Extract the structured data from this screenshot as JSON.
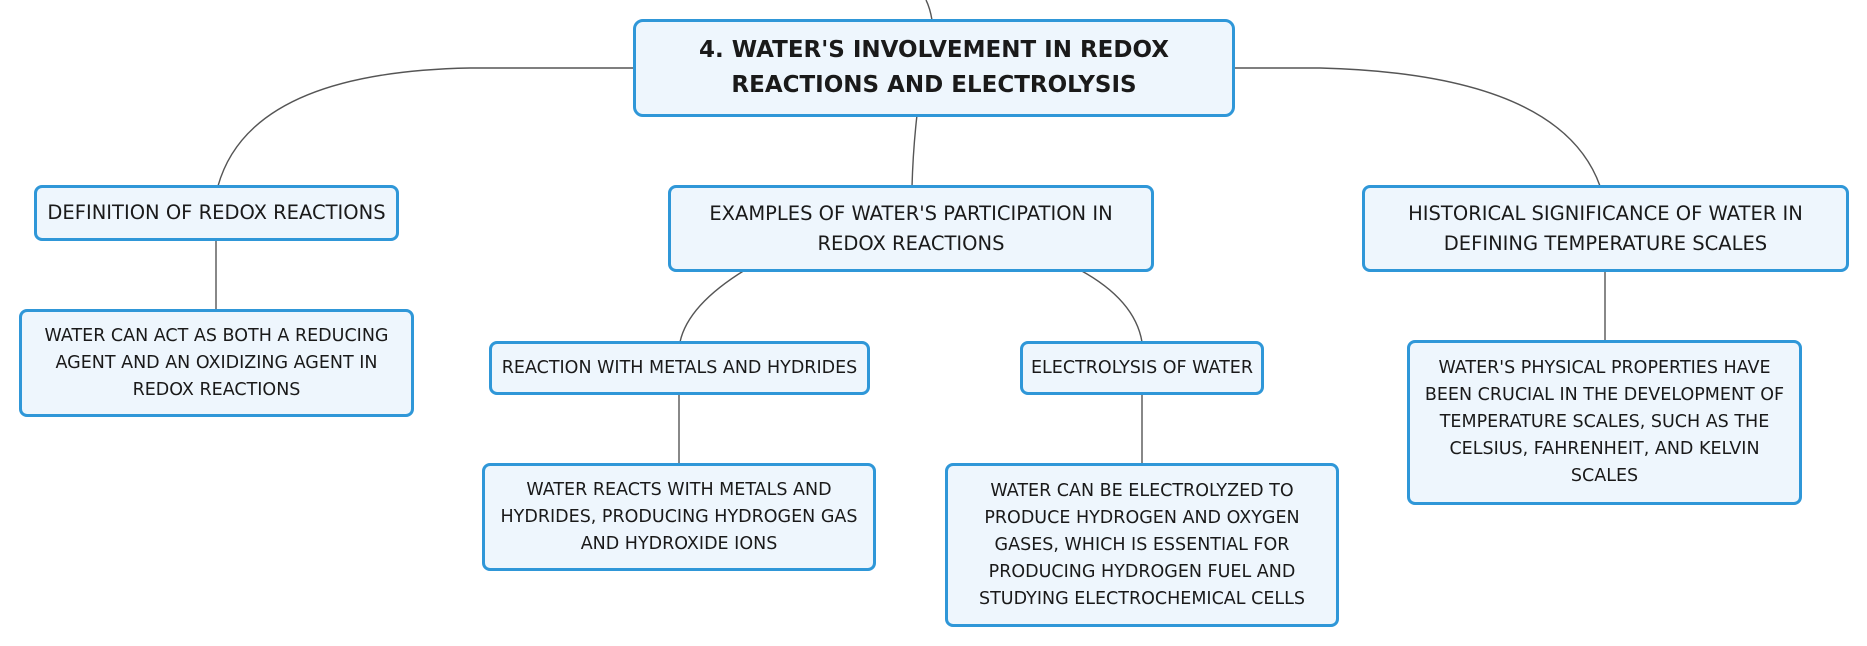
{
  "diagram": {
    "root": {
      "label": "4. WATER'S INVOLVEMENT IN REDOX REACTIONS AND ELECTROLYSIS"
    },
    "branches": {
      "definition": {
        "label": "DEFINITION OF REDOX REACTIONS",
        "detail": "WATER CAN ACT AS BOTH A REDUCING AGENT AND AN OXIDIZING AGENT IN REDOX REACTIONS"
      },
      "examples": {
        "label": "EXAMPLES OF WATER'S PARTICIPATION IN REDOX REACTIONS",
        "metals": {
          "label": "REACTION WITH METALS AND HYDRIDES",
          "detail": "WATER REACTS WITH METALS AND HYDRIDES, PRODUCING HYDROGEN GAS AND HYDROXIDE IONS"
        },
        "electrolysis": {
          "label": "ELECTROLYSIS OF WATER",
          "detail": "WATER CAN BE ELECTROLYZED TO PRODUCE HYDROGEN AND OXYGEN GASES, WHICH IS ESSENTIAL FOR PRODUCING HYDROGEN FUEL AND STUDYING ELECTROCHEMICAL CELLS"
        }
      },
      "history": {
        "label": "HISTORICAL SIGNIFICANCE OF WATER IN DEFINING TEMPERATURE SCALES",
        "detail": "WATER'S PHYSICAL PROPERTIES HAVE BEEN CRUCIAL IN THE DEVELOPMENT OF TEMPERATURE SCALES, SUCH AS THE CELSIUS, FAHRENHEIT, AND KELVIN SCALES"
      }
    },
    "colors": {
      "node_border": "#2f97d8",
      "node_fill": "#eef6fd",
      "connector": "#555555",
      "text": "#1a1a1a"
    }
  }
}
